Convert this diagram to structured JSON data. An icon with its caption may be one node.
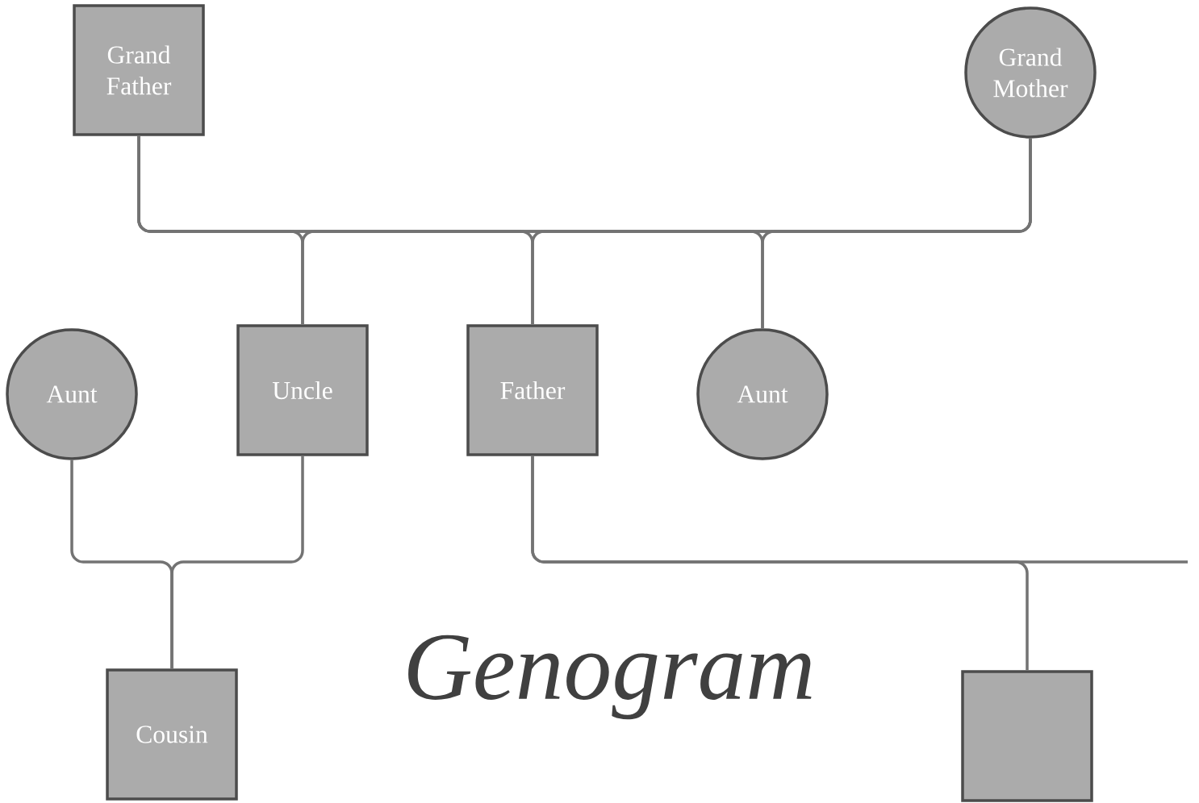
{
  "diagram": {
    "title": "Genogram",
    "nodes": [
      {
        "text": [
          "Grand Father"
        ]
      },
      {
        "text": [
          "Grand Mother"
        ]
      },
      {
        "text": [
          "Aunt"
        ]
      },
      {
        "text": [
          "Uncle"
        ]
      },
      {
        "text": [
          "Father"
        ]
      },
      {
        "text": [
          "Aunt"
        ]
      },
      {
        "text": [
          "Cousin"
        ]
      },
      {
        "text": [],
        "shape": "box"
      }
    ],
    "edges": [
      {
        "from": 0,
        "to": 3,
        "arrow": "none"
      },
      {
        "from": 0,
        "to": 4,
        "arrow": "none"
      },
      {
        "from": 0,
        "to": 5,
        "arrow": "none"
      },
      {
        "from": 1,
        "to": 3,
        "arrow": "none"
      },
      {
        "from": 1,
        "to": 4,
        "arrow": "none"
      },
      {
        "from": 1,
        "to": 5,
        "arrow": "none"
      },
      {
        "from": 2,
        "to": 6,
        "arrow": "none"
      },
      {
        "from": 3,
        "to": 6,
        "arrow": "none"
      },
      {
        "from": 4,
        "to": 7,
        "arrow": "none"
      },
      {
        "from": 4,
        "to": null,
        "arrow": "none"
      }
    ]
  }
}
